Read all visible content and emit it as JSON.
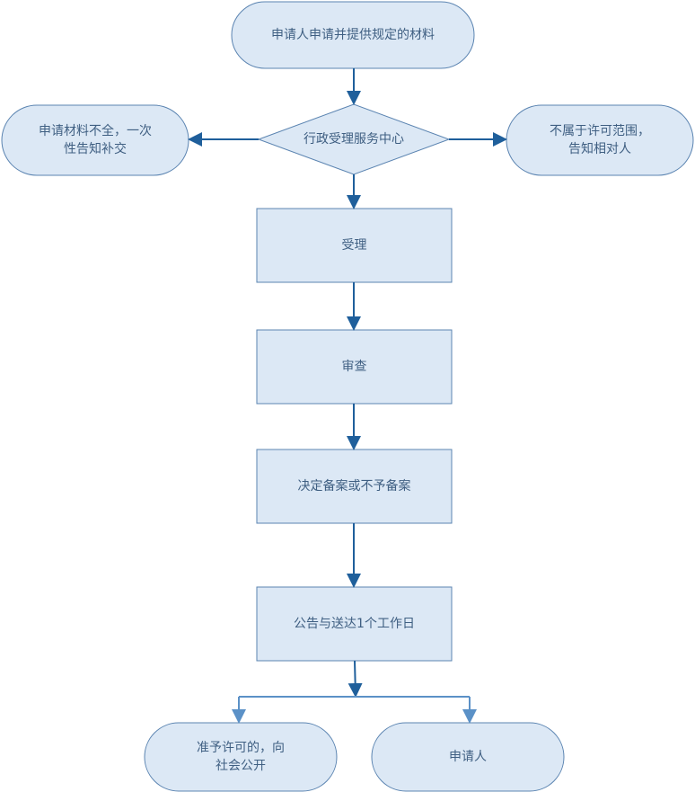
{
  "diagram": {
    "start": "申请人申请并提供规定的材料",
    "decision": "行政受理服务中心",
    "left_outcome": "申请材料不全，一次\n性告知补交",
    "right_outcome": "不属于许可范围，\n告知相对人",
    "step_accept": "受理",
    "step_review": "审查",
    "step_decide": "决定备案或不予备案",
    "step_notice": "公告与送达1个工作日",
    "end_left": "准予许可的，向\n社会公开",
    "end_right": "申请人"
  },
  "colors": {
    "fill": "#dce8f5",
    "stroke": "#5b84b1",
    "arrow_dark": "#1f5f9b",
    "arrow_light": "#5b91c7",
    "text": "#3f5f82"
  }
}
